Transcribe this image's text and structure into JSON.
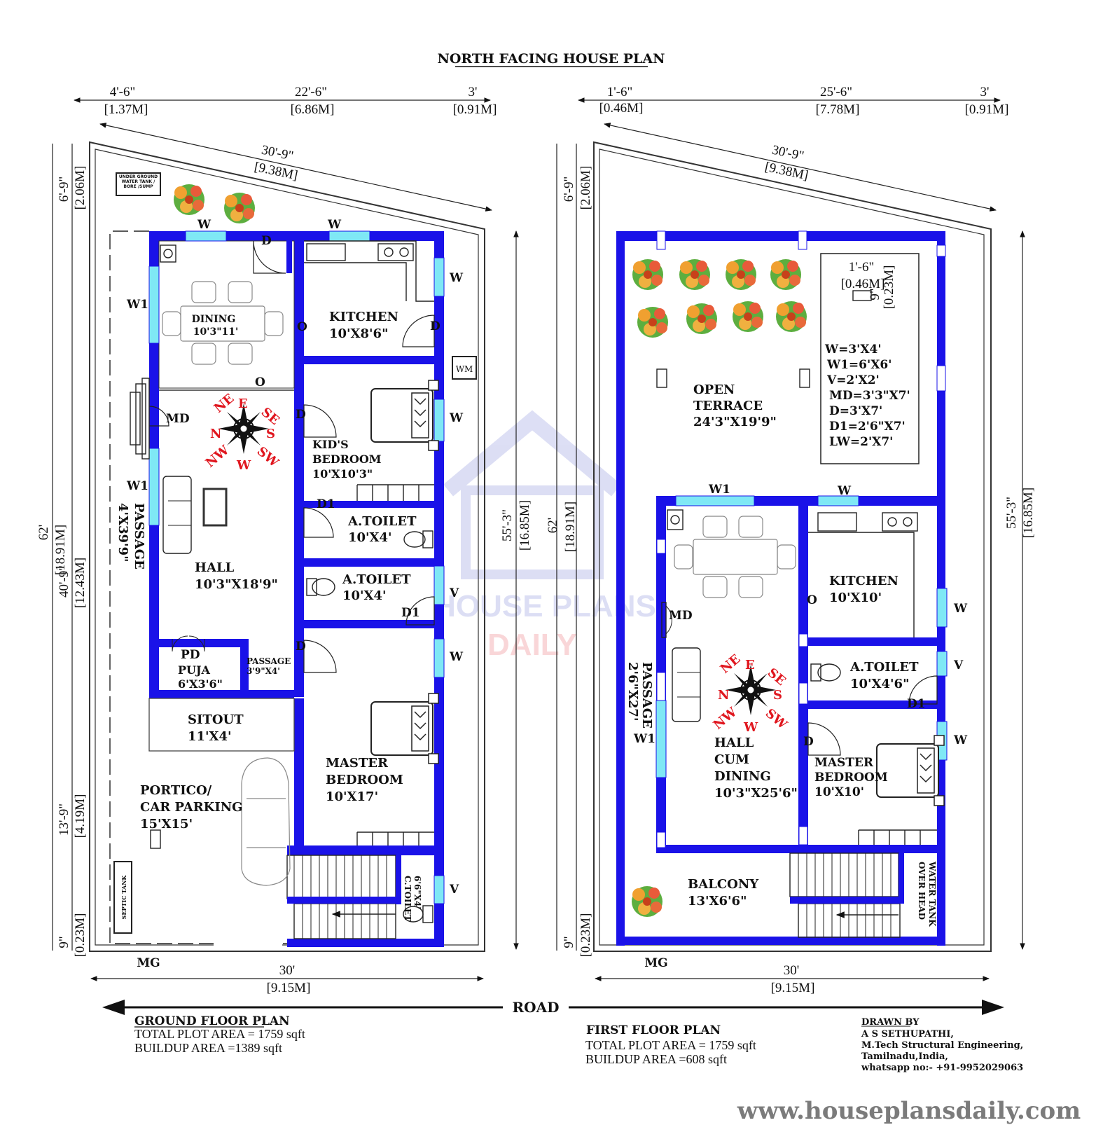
{
  "title": "NORTH FACING HOUSE PLAN",
  "watermark": {
    "line1": "HOUSE PLANS",
    "line2": "DAILY"
  },
  "road_label": "ROAD",
  "website": "www.houseplansdaily.com",
  "credits": {
    "heading": "DRAWN BY",
    "name": "A S SETHUPATHI,",
    "degree": "M.Tech Structural Engineering,",
    "place": "Tamilnadu,India,",
    "contact": "whatsapp no:- +91-9952029063"
  },
  "ground": {
    "caption": "GROUND FLOOR PLAN",
    "plot_area": "TOTAL PLOT AREA = 1759 sqft",
    "buildup_area": "BUILDUP AREA =1389 sqft",
    "top_dims": [
      {
        "ft": "4'-6\"",
        "m": "[1.37M]"
      },
      {
        "ft": "22'-6\"",
        "m": "[6.86M]"
      },
      {
        "ft": "3'",
        "m": "[0.91M]"
      }
    ],
    "slant_dim": {
      "ft": "30'-9\"",
      "m": "[9.38M]"
    },
    "bottom_dim": {
      "ft": "30'",
      "m": "[9.15M]"
    },
    "left_total": {
      "ft": "62'",
      "m": "[18.91M]"
    },
    "left_seg1": {
      "ft": "6'-9\"",
      "m": "[2.06M]"
    },
    "left_seg2": {
      "ft": "40'-9\"",
      "m": "[12.43M]"
    },
    "left_seg3": {
      "ft": "13'-9\"",
      "m": "[4.19M]"
    },
    "left_seg4": {
      "ft": "9\"",
      "m": "[0.23M]"
    },
    "right_dim": {
      "ft": "55'-3\"",
      "m": "[16.85M]"
    },
    "tank_label": "UNDER GROUND WATER TANK / BORE /SUMP",
    "septic_label": "SEPTIC TANK",
    "wm": "WM",
    "mg": "MG",
    "rooms": {
      "dining": {
        "name": "DINING",
        "size": "10'3\"11'"
      },
      "kitchen": {
        "name": "KITCHEN",
        "size": "10'X8'6\""
      },
      "kids": {
        "name": "KID'S",
        "name2": "BEDROOM",
        "size": "10'X10'3\""
      },
      "toilet1": {
        "name": "A.TOILET",
        "size": "10'X4'"
      },
      "toilet2": {
        "name": "A.TOILET",
        "size": "10'X4'"
      },
      "hall": {
        "name": "HALL",
        "size": "10'3\"X18'9\""
      },
      "passage_side": {
        "name": "PASSAGE",
        "size": "4'X39'9\""
      },
      "puja": {
        "name": "PUJA",
        "size": "6'X3'6\""
      },
      "passage_small": {
        "name": "PASSAGE",
        "size": "3'9\"X4'"
      },
      "sitout": {
        "name": "SITOUT",
        "size": "11'X4'"
      },
      "master": {
        "name": "MASTER",
        "name2": "BEDROOM",
        "size": "10'X17'"
      },
      "portico": {
        "name": "PORTICO/",
        "name2": "CAR PARKING",
        "size": "15'X15'"
      },
      "ctoilet": {
        "name": "C.TOILET",
        "size": "6'6\"X4'"
      }
    },
    "tags": {
      "W": "W",
      "W1": "W1",
      "D": "D",
      "O": "O",
      "MD": "MD",
      "PD": "PD",
      "D1": "D1",
      "V": "V"
    }
  },
  "first": {
    "caption": "FIRST FLOOR PLAN",
    "plot_area": "TOTAL PLOT AREA = 1759 sqft",
    "buildup_area": "BUILDUP AREA =608 sqft",
    "top_dims": [
      {
        "ft": "1'-6\"",
        "m": "[0.46M]"
      },
      {
        "ft": "25'-6\"",
        "m": "[7.78M]"
      },
      {
        "ft": "3'",
        "m": "[0.91M]"
      }
    ],
    "slant_dim": {
      "ft": "30'-9\"",
      "m": "[9.38M]"
    },
    "bottom_dim": {
      "ft": "30'",
      "m": "[9.15M]"
    },
    "left_total": {
      "ft": "62'",
      "m": "[18.91M]"
    },
    "left_seg1": {
      "ft": "6'-9\"",
      "m": "[2.06M]"
    },
    "left_seg4": {
      "ft": "9\"",
      "m": "[0.23M]"
    },
    "right_dim": {
      "ft": "55'-3\"",
      "m": "[16.85M]"
    },
    "box_dim1": {
      "ft": "1'-6\"",
      "m": "[0.46M]"
    },
    "box_dim2": {
      "ft": "9\"",
      "m": "[0.23M]"
    },
    "mg": "MG",
    "schedule": [
      "W=3'X4'",
      "W1=6'X6'",
      "V=2'X2'",
      "MD=3'3\"X7'",
      "D=3'X7'",
      "D1=2'6\"X7'",
      "LW=2'X7'"
    ],
    "rooms": {
      "terrace": {
        "name": "OPEN",
        "name2": "TERRACE",
        "size": "24'3\"X19'9\""
      },
      "kitchen": {
        "name": "KITCHEN",
        "size": "10'X10'"
      },
      "toilet": {
        "name": "A.TOILET",
        "size": "10'X4'6\""
      },
      "hall": {
        "name": "HALL",
        "name2": "CUM",
        "name3": "DINING",
        "size": "10'3\"X25'6\""
      },
      "passage": {
        "name": "PASSAGE",
        "size": "2'6\"X27'"
      },
      "master": {
        "name": "MASTER",
        "name2": "BEDROOM",
        "size": "10'X10'"
      },
      "balcony": {
        "name": "BALCONY",
        "size": "13'X6'6\""
      },
      "ohtank": {
        "name": "OVER HEAD",
        "name2": "WATER TANK"
      }
    },
    "tags": {
      "W": "W",
      "W1": "W1",
      "D": "D",
      "O": "O",
      "MD": "MD",
      "D1": "D1",
      "V": "V"
    }
  },
  "compass": {
    "N": "N",
    "S": "S",
    "E": "E",
    "W": "W",
    "NE": "NE",
    "NW": "NW",
    "SE": "SE",
    "SW": "SW"
  },
  "colors": {
    "wall": "#1a12e8",
    "window": "#7fe8f5",
    "compass_label": "#e0161e"
  }
}
